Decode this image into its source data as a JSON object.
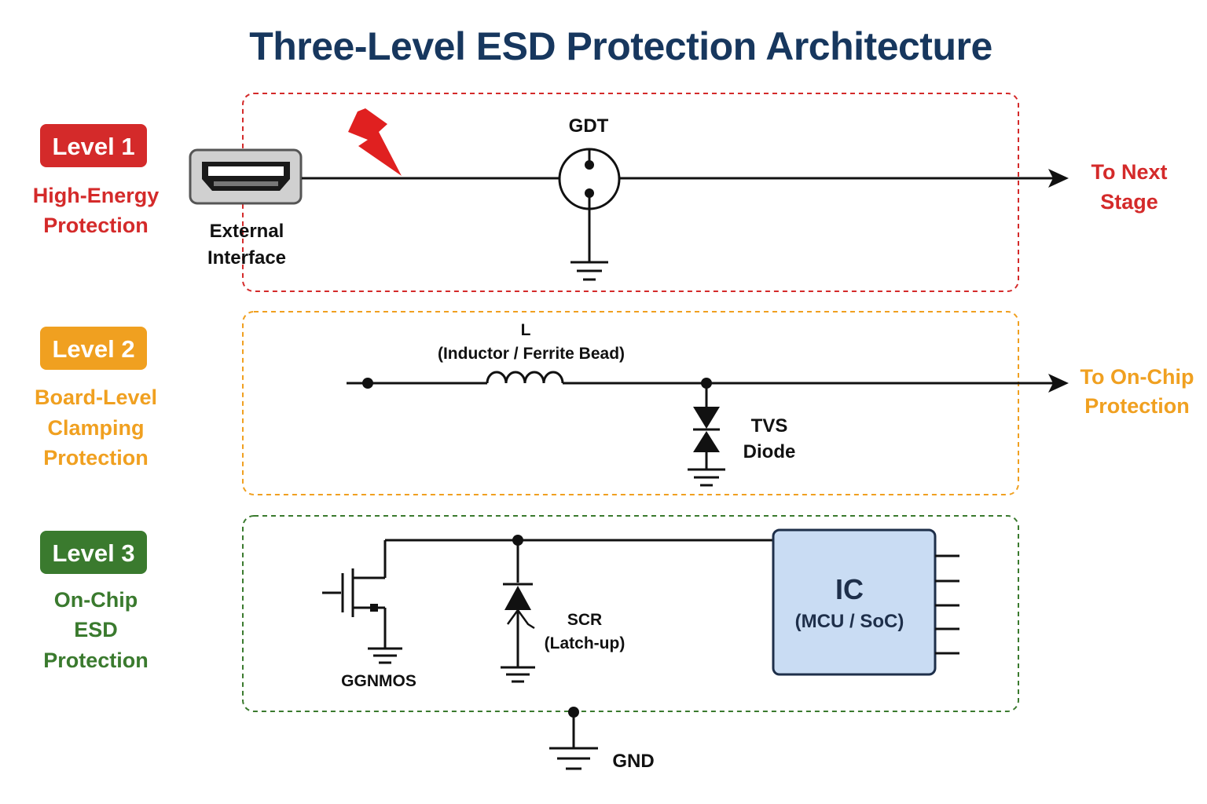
{
  "title": "Three-Level ESD Protection Architecture",
  "colors": {
    "title": "#17375e",
    "level1": "#d42a2a",
    "level2": "#f0a020",
    "level3": "#3a7a2e",
    "ic_fill": "#c9dcf3",
    "ic_stroke": "#1e2f4a"
  },
  "levels": [
    {
      "badge": "Level 1",
      "description": [
        "High-Energy",
        "Protection"
      ],
      "output": [
        "To Next",
        "Stage"
      ]
    },
    {
      "badge": "Level 2",
      "description": [
        "Board-Level",
        "Clamping",
        "Protection"
      ],
      "output": [
        "To On-Chip",
        "Protection"
      ]
    },
    {
      "badge": "Level 3",
      "description": [
        "On-Chip",
        "ESD",
        "Protection"
      ]
    }
  ],
  "components": {
    "connector": [
      "External",
      "Interface"
    ],
    "gdt": "GDT",
    "inductor": [
      "L",
      "(Inductor / Ferrite Bead)"
    ],
    "tvs": [
      "TVS",
      "Diode"
    ],
    "ggnmos": "GGNMOS",
    "scr": [
      "SCR",
      "(Latch-up)"
    ],
    "ic_title": "IC",
    "ic_subtitle": "(MCU / SoC)",
    "gnd": "GND"
  },
  "icons": {
    "lightning": "lightning-bolt-icon",
    "connector": "hdmi-port-icon"
  }
}
